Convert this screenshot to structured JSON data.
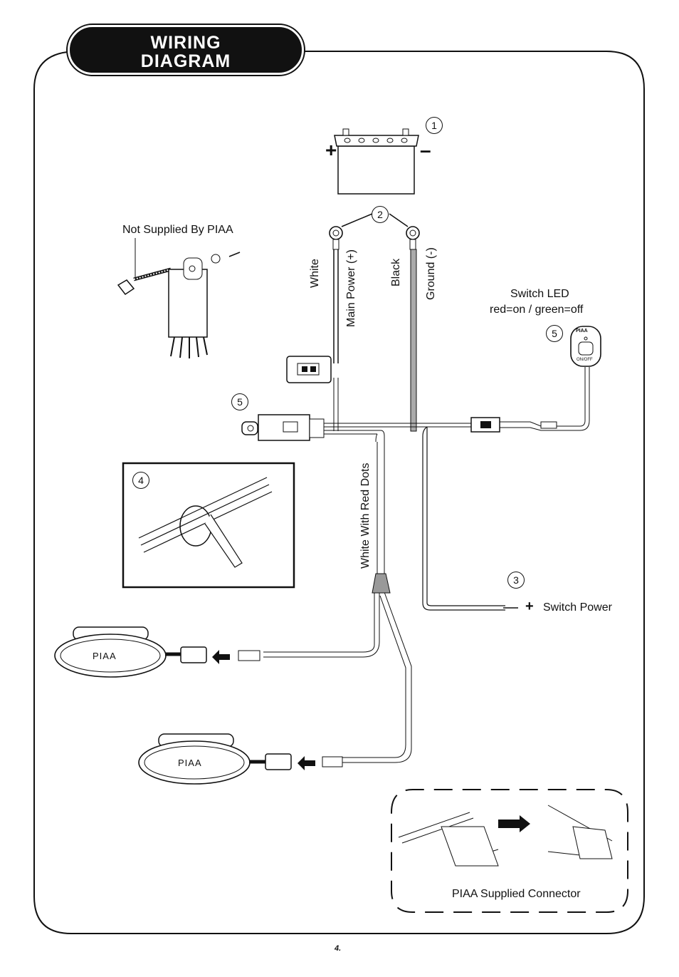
{
  "title": {
    "line1": "WIRING",
    "line2": "DIAGRAM"
  },
  "labels": {
    "not_supplied": "Not Supplied By PIAA",
    "white": "White",
    "main_power": "Main Power (+)",
    "black": "Black",
    "ground": "Ground (-)",
    "switch_led_1": "Switch LED",
    "switch_led_2": "red=on / green=off",
    "white_red_dots": "White With Red Dots",
    "switch_power": "Switch Power",
    "piaa_connector": "PIAA Supplied Connector",
    "lamp_brand": "PIAA",
    "switch_brand": "PIAA",
    "switch_onoff": "ON/OFF",
    "battery_plus": "+",
    "battery_minus": "–",
    "switch_power_plus": "+"
  },
  "callouts": [
    "1",
    "2",
    "3",
    "4",
    "5",
    "5"
  ],
  "page_number": "4."
}
